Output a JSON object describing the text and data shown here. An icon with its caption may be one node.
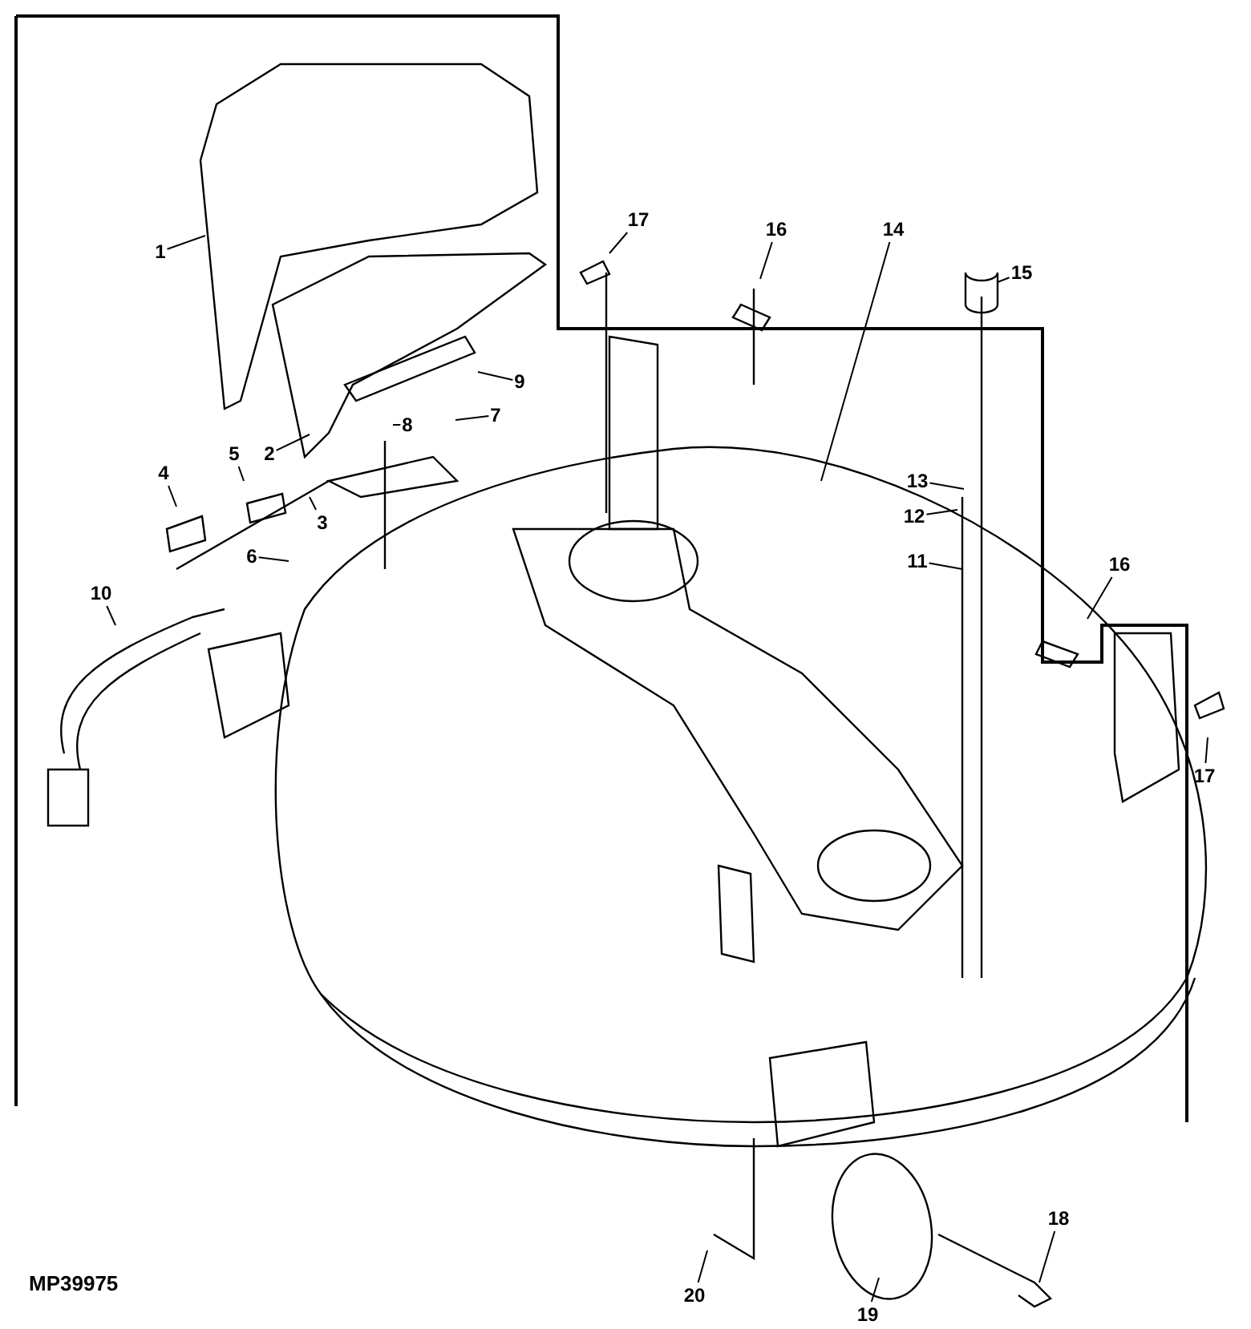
{
  "diagram": {
    "nodes": [
      {
        "text": [
          "17"
        ]
      },
      {
        "text": [
          "16"
        ]
      },
      {
        "text": [
          "14"
        ]
      },
      {
        "text": [
          "1"
        ]
      },
      {
        "text": [
          "15"
        ]
      },
      {
        "text": [
          "9"
        ]
      },
      {
        "text": [
          "7"
        ]
      },
      {
        "text": [
          "8"
        ]
      },
      {
        "text": [
          "2"
        ]
      },
      {
        "text": [
          "4"
        ]
      },
      {
        "text": [
          "5"
        ]
      },
      {
        "text": [
          "3"
        ]
      },
      {
        "text": [
          "13"
        ]
      },
      {
        "text": [
          "12"
        ]
      },
      {
        "text": [
          "11"
        ]
      },
      {
        "text": [
          "6"
        ]
      },
      {
        "text": [
          "16"
        ]
      },
      {
        "text": [
          "10"
        ]
      },
      {
        "text": [
          "17"
        ]
      },
      {
        "text": [
          "18"
        ]
      },
      {
        "text": [
          "20"
        ]
      },
      {
        "text": [
          "19"
        ]
      }
    ],
    "edges": [
      {
        "from": 0,
        "to": null,
        "arrow": "none"
      },
      {
        "from": 1,
        "to": null,
        "arrow": "none"
      },
      {
        "from": 2,
        "to": null,
        "arrow": "none"
      },
      {
        "from": 3,
        "to": null,
        "arrow": "none"
      },
      {
        "from": 4,
        "to": null,
        "arrow": "none"
      },
      {
        "from": 5,
        "to": null,
        "arrow": "none"
      },
      {
        "from": 6,
        "to": null,
        "arrow": "none"
      },
      {
        "from": 7,
        "to": null,
        "arrow": "none"
      },
      {
        "from": 8,
        "to": null,
        "arrow": "none"
      },
      {
        "from": 9,
        "to": null,
        "arrow": "none"
      },
      {
        "from": 10,
        "to": null,
        "arrow": "none"
      },
      {
        "from": 11,
        "to": null,
        "arrow": "none"
      },
      {
        "from": 12,
        "to": null,
        "arrow": "none"
      },
      {
        "from": 13,
        "to": null,
        "arrow": "none"
      },
      {
        "from": 14,
        "to": null,
        "arrow": "none"
      },
      {
        "from": 15,
        "to": null,
        "arrow": "none"
      },
      {
        "from": 16,
        "to": null,
        "arrow": "none"
      },
      {
        "from": 17,
        "to": null,
        "arrow": "none"
      },
      {
        "from": 18,
        "to": null,
        "arrow": "none"
      },
      {
        "from": 19,
        "to": null,
        "arrow": "none"
      },
      {
        "from": 20,
        "to": null,
        "arrow": "none"
      },
      {
        "from": 21,
        "to": null,
        "arrow": "none"
      }
    ],
    "labels": [
      "MP39975"
    ]
  }
}
